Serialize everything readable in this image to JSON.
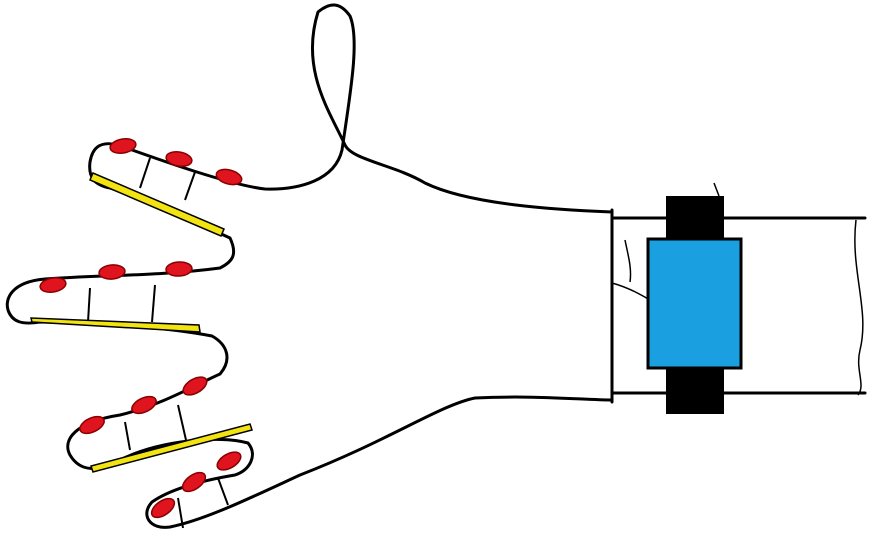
{
  "colors": {
    "background": "#ffffff",
    "outline": "#000000",
    "joint_sensor": "#e0141e",
    "flex_strip": "#f2e313",
    "wrist_module": "#1a9fe0",
    "wrist_strap": "#000000"
  },
  "elements": {
    "hand": "hand-outline",
    "sleeve": "forearm-sleeve",
    "sensors": "joint-sensors",
    "strips": "flex-sensor-strips",
    "module": "wrist-module",
    "strap": "wrist-strap"
  }
}
